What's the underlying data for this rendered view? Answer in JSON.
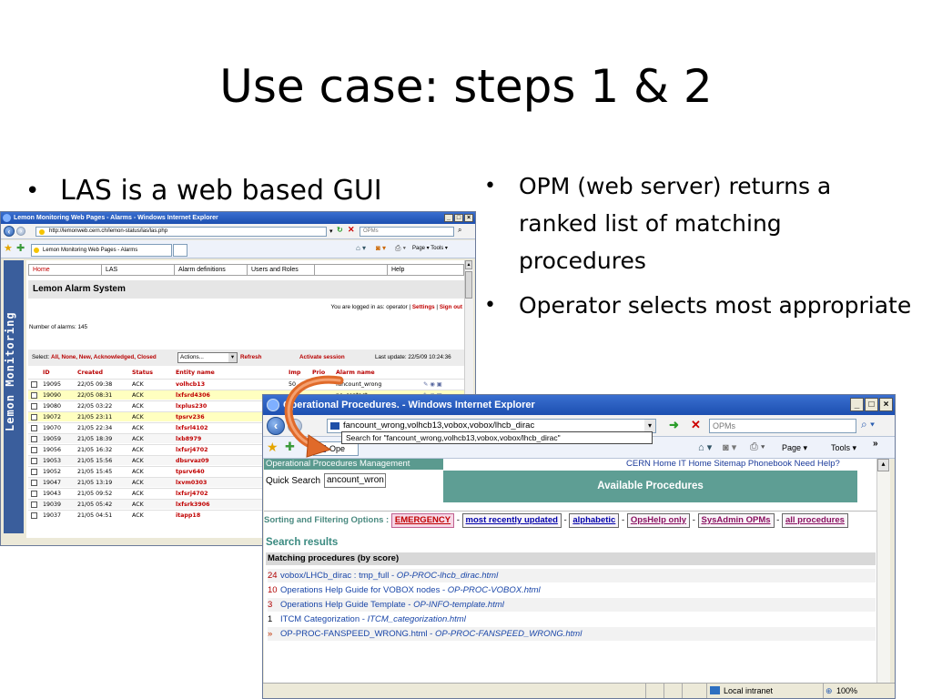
{
  "slide": {
    "title": "Use case: steps 1 & 2",
    "left_bullet": "LAS is a web based GUI",
    "right_bullets": [
      "OPM (web server) returns a ranked list of matching procedures",
      "Operator selects most appropriate"
    ],
    "bullet_char": "•"
  },
  "las_window": {
    "title": "Lemon Monitoring Web Pages - Alarms - Windows Internet Explorer",
    "url": "http://lemonweb.cern.ch/lemon-status/las/las.php",
    "search_box": "OPMs",
    "tab_label": "Lemon Monitoring Web Pages - Alarms",
    "toolbar_tools": "Page ▾  Tools ▾",
    "sidebar_text": "Lemon Monitoring",
    "menu": [
      "Home",
      "LAS",
      "Alarm definitions",
      "Users and Roles",
      "",
      "Help"
    ],
    "heading": "Lemon Alarm System",
    "logged_in_prefix": "You are logged in as: operator |",
    "settings_link": "Settings",
    "sep": "|",
    "signout_link": "Sign out",
    "alarm_count": "Number of alarms: 145",
    "select_label": "Select:",
    "select_options": "All, None, New, Acknowledged, Closed",
    "actions_value": "Actions...",
    "refresh": "Refresh",
    "activate": "Activate session",
    "last_update": "Last update: 22/5/09 10:24:36",
    "columns": [
      "ID",
      "Created",
      "Status",
      "Entity name",
      "Imp",
      "Prio",
      "Alarm name"
    ],
    "rows": [
      {
        "id": "19095",
        "created": "22/05 09:38",
        "status": "ACK",
        "entity": "volhcb13",
        "imp": "50",
        "prio": "",
        "alarm": "fancount_wrong",
        "highlight": false
      },
      {
        "id": "19090",
        "created": "22/05 08:31",
        "status": "ACK",
        "entity": "lxfsrd4306",
        "imp": "",
        "prio": "",
        "alarm": "no_contact",
        "highlight": true
      },
      {
        "id": "19080",
        "created": "22/05 03:22",
        "status": "ACK",
        "entity": "lxplus230",
        "imp": "",
        "prio": "",
        "alarm": "",
        "highlight": false
      },
      {
        "id": "19072",
        "created": "21/05 23:11",
        "status": "ACK",
        "entity": "tpsrv236",
        "imp": "",
        "prio": "",
        "alarm": "",
        "highlight": true
      },
      {
        "id": "19070",
        "created": "21/05 22:34",
        "status": "ACK",
        "entity": "lxfsrl4102",
        "imp": "",
        "prio": "",
        "alarm": "",
        "highlight": false
      },
      {
        "id": "19059",
        "created": "21/05 18:39",
        "status": "ACK",
        "entity": "lxb8979",
        "imp": "",
        "prio": "",
        "alarm": "",
        "highlight": false
      },
      {
        "id": "19056",
        "created": "21/05 16:32",
        "status": "ACK",
        "entity": "lxfsrj4702",
        "imp": "",
        "prio": "",
        "alarm": "",
        "highlight": false
      },
      {
        "id": "19053",
        "created": "21/05 15:56",
        "status": "ACK",
        "entity": "dbsrvaz09",
        "imp": "",
        "prio": "",
        "alarm": "",
        "highlight": false
      },
      {
        "id": "19052",
        "created": "21/05 15:45",
        "status": "ACK",
        "entity": "tpsrv640",
        "imp": "",
        "prio": "",
        "alarm": "",
        "highlight": false
      },
      {
        "id": "19047",
        "created": "21/05 13:19",
        "status": "ACK",
        "entity": "lxvm0303",
        "imp": "",
        "prio": "",
        "alarm": "",
        "highlight": false
      },
      {
        "id": "19043",
        "created": "21/05 09:52",
        "status": "ACK",
        "entity": "lxfsrj4702",
        "imp": "",
        "prio": "",
        "alarm": "",
        "highlight": false
      },
      {
        "id": "19039",
        "created": "21/05 05:42",
        "status": "ACK",
        "entity": "lxfsrk3906",
        "imp": "",
        "prio": "",
        "alarm": "",
        "highlight": false
      },
      {
        "id": "19037",
        "created": "21/05 04:51",
        "status": "ACK",
        "entity": "itapp18",
        "imp": "",
        "prio": "",
        "alarm": "",
        "highlight": false
      }
    ]
  },
  "opm_window": {
    "title": "Operational Procedures. - Windows Internet Explorer",
    "url": "fancount_wrong,volhcb13,vobox,vobox/lhcb_dirac",
    "autocomplete": "Search for \"fancount_wrong,volhcb13,vobox,vobox/lhcb_dirac\"",
    "search_box": "OPMs",
    "tab_label": "Ope",
    "toolbar_page": "Page ▾",
    "toolbar_tools": "Tools ▾",
    "header_left": "Operational Procedures Management",
    "header_links": "CERN Home IT Home Sitemap Phonebook Need Help?",
    "quick_search_label": "Quick Search",
    "quick_search_value": "ancount_wron",
    "available_title": "Available Procedures",
    "filter_label": "Sorting and Filtering Options :",
    "filters": [
      "EMERGENCY",
      "most recently updated",
      "alphabetic",
      "OpsHelp only",
      "SysAdmin OPMs",
      "all procedures"
    ],
    "filter_sep": "-",
    "results_heading": "Search results",
    "matching_heading": "Matching procedures (by score)",
    "results": [
      {
        "score": "24",
        "title": "vobox/LHCb_dirac : tmp_full",
        "sep": "-",
        "file": "OP-PROC-lhcb_dirac.html",
        "score_color": "#b00000"
      },
      {
        "score": "10",
        "title": "Operations Help Guide for VOBOX nodes",
        "sep": "-",
        "file": "OP-PROC-VOBOX.html",
        "score_color": "#b00000"
      },
      {
        "score": "3",
        "title": "Operations Help Guide Template",
        "sep": "-",
        "file": "OP-INFO-template.html",
        "score_color": "#b00000"
      },
      {
        "score": "1",
        "title": "ITCM Categorization",
        "sep": "-",
        "file": "ITCM_categorization.html",
        "score_color": "#000000"
      },
      {
        "score": "»",
        "title": "OP-PROC-FANSPEED_WRONG.html",
        "sep": "-",
        "file": "OP-PROC-FANSPEED_WRONG.html",
        "score_color": "#c03000"
      }
    ],
    "status_zone": "Local intranet",
    "zoom": "100%"
  },
  "colors": {
    "las_sidebar": "#3a5e9c",
    "las_highlight": "#ffffc0",
    "opm_header": "#5b9a8f",
    "opm_available": "#5e9e94",
    "opm_results_band": "#d8d8d8",
    "arrow": "#e06a2a"
  }
}
